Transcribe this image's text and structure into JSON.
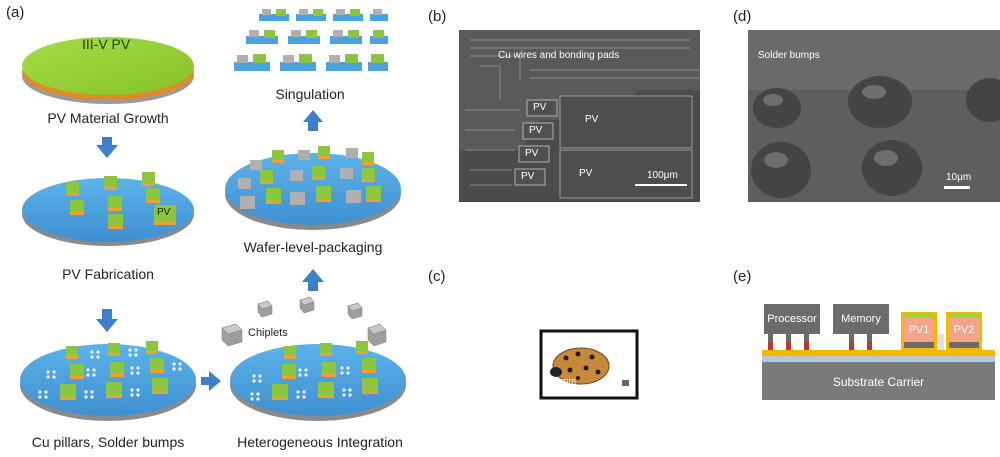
{
  "panels": {
    "a": {
      "label": "(a)",
      "steps": [
        {
          "caption": "PV Material Growth",
          "wafer_text": "III-V PV"
        },
        {
          "caption": "PV Fabrication",
          "chip_text": "PV"
        },
        {
          "caption": "Cu pillars, Solder bumps"
        },
        {
          "caption": "Heterogeneous Integration",
          "chiplets_text": "Chiplets"
        },
        {
          "caption": "Wafer-level-packaging"
        },
        {
          "caption": "Singulation"
        }
      ]
    },
    "b": {
      "label": "(b)",
      "annotation": "Cu wires and bonding pads",
      "pv_labels": [
        "PV",
        "PV",
        "PV",
        "PV",
        "PV",
        "PV"
      ],
      "scale_bar": "100μm"
    },
    "c": {
      "label": "(c)",
      "scale_text": "1mm"
    },
    "d": {
      "label": "(d)",
      "annotation": "Solder bumps",
      "scale_bar": "10μm"
    },
    "e": {
      "label": "(e)",
      "blocks": [
        "Processor",
        "Memory",
        "PV1",
        "PV2"
      ],
      "substrate": "Substrate Carrier"
    }
  },
  "colors": {
    "wafer_blue": "#4aa3e0",
    "pv_green": "#9bd33a",
    "pv_orange": "#f0a030",
    "sem_gray": "#4a4a4a",
    "block_gray": "#6b6b6b",
    "substrate_gray": "#7a7a7a",
    "gold": "#f5b800",
    "pv_salmon": "#f3a58a"
  }
}
